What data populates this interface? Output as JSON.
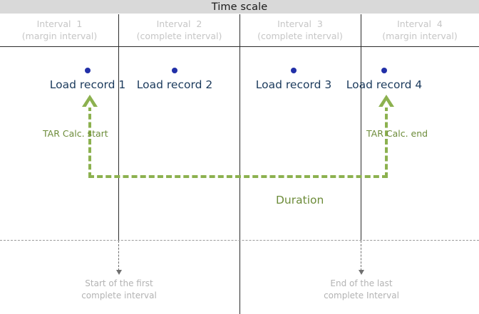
{
  "title": "Time scale",
  "colors": {
    "title_bar_bg": "#d9d9d9",
    "grid_line": "#2b2b2b",
    "header_text": "#c6c6c6",
    "record_text": "#1b3a5c",
    "record_dot": "#2230a8",
    "tar_green": "#8cb14f",
    "tar_label_green": "#6d8c3a",
    "callout_text": "#b3b3b3",
    "callout_line": "#6f6f6f",
    "separator": "#9a9a9a"
  },
  "intervals": [
    {
      "name": "Interval  1",
      "sub": "(margin interval)"
    },
    {
      "name": "Interval  2",
      "sub": "(complete interval)"
    },
    {
      "name": "Interval  3",
      "sub": "(complete interval)"
    },
    {
      "name": "Interval  4",
      "sub": "(margin interval)"
    }
  ],
  "records": [
    {
      "label": "Load record 1"
    },
    {
      "label": "Load record 2"
    },
    {
      "label": "Load record 3"
    },
    {
      "label": "Load record 4"
    }
  ],
  "tar": {
    "start_label": "TAR Calc. start",
    "end_label": "TAR Calc. end",
    "duration_label": "Duration"
  },
  "callouts": {
    "left": {
      "line1": "Start of the first",
      "line2": "complete interval"
    },
    "right": {
      "line1": "End of the last",
      "line2": "complete Interval"
    }
  }
}
